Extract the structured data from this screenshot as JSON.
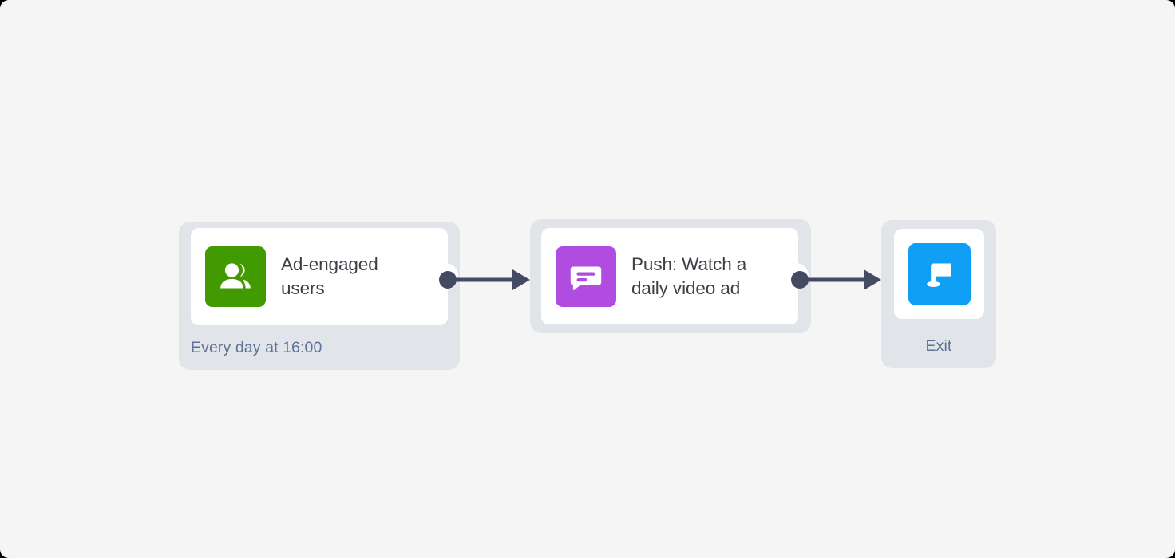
{
  "canvas": {
    "background_color": "#f5f5f6"
  },
  "flow": {
    "nodes": [
      {
        "id": "audience",
        "type": "trigger",
        "title": "Ad-engaged\nusers",
        "sub_label": "Every day at 16:00",
        "icon_name": "audience-people-icon",
        "icon_color": "#419a00"
      },
      {
        "id": "push",
        "type": "message",
        "title": "Push: Watch a\ndaily video ad",
        "icon_name": "push-message-bubble-icon",
        "icon_color": "#b04ce0"
      },
      {
        "id": "exit",
        "type": "exit",
        "sub_label": "Exit",
        "icon_name": "exit-flag-icon",
        "icon_color": "#0f9ff5"
      }
    ],
    "connectors": [
      {
        "id": "audience-to-push",
        "from": "audience",
        "to": "push",
        "color": "#434a63"
      },
      {
        "id": "push-to-exit",
        "from": "push",
        "to": "exit",
        "color": "#434a63"
      }
    ],
    "colors": {
      "node_container": "#e1e4e9",
      "card": "#ffffff",
      "title_text": "#3c3f45",
      "sub_label_text": "#5e7296",
      "connector": "#434a63"
    }
  }
}
